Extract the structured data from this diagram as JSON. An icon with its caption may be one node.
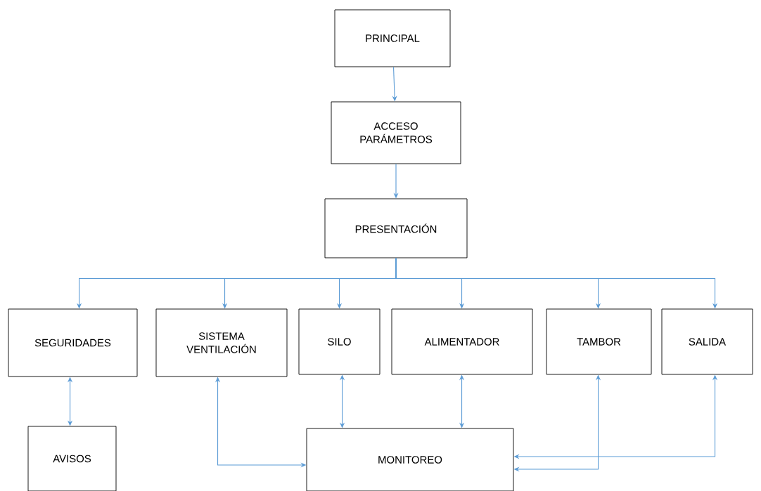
{
  "diagram": {
    "nodes": [
      {
        "text": [
          "PRINCIPAL"
        ]
      },
      {
        "text": [
          "ACCESO PARÁMETROS"
        ]
      },
      {
        "text": [
          "PRESENTACIÓN"
        ]
      },
      {
        "text": [
          "SEGURIDADES"
        ]
      },
      {
        "text": [
          "SISTEMA VENTILACIÓN"
        ]
      },
      {
        "text": [
          "SILO"
        ]
      },
      {
        "text": [
          "ALIMENTADOR"
        ]
      },
      {
        "text": [
          "TAMBOR"
        ]
      },
      {
        "text": [
          "SALIDA"
        ]
      },
      {
        "text": [
          "AVISOS"
        ]
      },
      {
        "text": [
          "MONITOREO"
        ]
      }
    ],
    "edges": [
      {
        "from": 0,
        "to": 1,
        "arrow": "to"
      },
      {
        "from": 1,
        "to": 2,
        "arrow": "to"
      },
      {
        "from": 2,
        "to": 3,
        "arrow": "to"
      },
      {
        "from": 2,
        "to": 4,
        "arrow": "to"
      },
      {
        "from": 2,
        "to": 5,
        "arrow": "to"
      },
      {
        "from": 2,
        "to": 6,
        "arrow": "to"
      },
      {
        "from": 2,
        "to": 7,
        "arrow": "to"
      },
      {
        "from": 2,
        "to": 8,
        "arrow": "to"
      },
      {
        "from": 3,
        "to": 9,
        "arrow": "both"
      },
      {
        "from": 4,
        "to": 10,
        "arrow": "both"
      },
      {
        "from": 5,
        "to": 10,
        "arrow": "both"
      },
      {
        "from": 6,
        "to": 10,
        "arrow": "both"
      },
      {
        "from": 7,
        "to": 10,
        "arrow": "both"
      },
      {
        "from": 8,
        "to": 10,
        "arrow": "both"
      }
    ]
  }
}
